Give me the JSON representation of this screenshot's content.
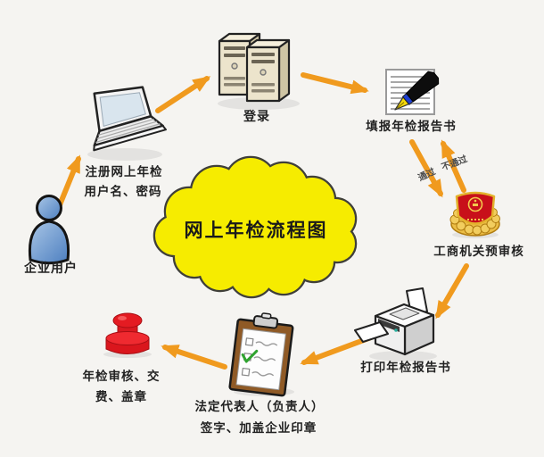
{
  "diagram_title": "网上年检流程图",
  "nodes": {
    "user": {
      "label": "企业用户",
      "icon": "person-icon"
    },
    "register": {
      "label_line1": "注册网上年检",
      "label_line2": "用户名、密码",
      "icon": "laptop-icon"
    },
    "login": {
      "label": "登录",
      "icon": "servers-icon"
    },
    "fill_report": {
      "label": "填报年检报告书",
      "icon": "document-pen-icon"
    },
    "pre_review": {
      "label": "工商机关预审核",
      "icon": "gongshang-emblem-icon"
    },
    "print_report": {
      "label": "打印年检报告书",
      "icon": "printer-icon"
    },
    "sign_seal": {
      "label_line1": "法定代表人（负责人）",
      "label_line2": "签字、加盖企业印章",
      "icon": "clipboard-icon"
    },
    "review_pay": {
      "label_line1": "年检审核、交",
      "label_line2": "费、盖章",
      "icon": "stamp-icon"
    }
  },
  "flow": [
    {
      "from": "user",
      "to": "register"
    },
    {
      "from": "register",
      "to": "login"
    },
    {
      "from": "login",
      "to": "fill_report"
    },
    {
      "from": "fill_report",
      "to": "pre_review",
      "label": "通过"
    },
    {
      "from": "pre_review",
      "to": "fill_report",
      "label": "不通过"
    },
    {
      "from": "pre_review",
      "to": "print_report"
    },
    {
      "from": "print_report",
      "to": "sign_seal"
    },
    {
      "from": "sign_seal",
      "to": "review_pay"
    }
  ],
  "colors": {
    "background": "#F5F4F1",
    "arrow": "#F09A1E",
    "cloud_fill": "#F6EC00",
    "cloud_outline": "#3F3F3A",
    "title_text": "#1A1A1A",
    "label_text": "#222222",
    "stamp_red": "#E41B22",
    "emblem_red": "#C8101A",
    "emblem_gold": "#ECBE46",
    "person_blue": "#5E8FC9",
    "server_beige": "#ECE4CC"
  }
}
